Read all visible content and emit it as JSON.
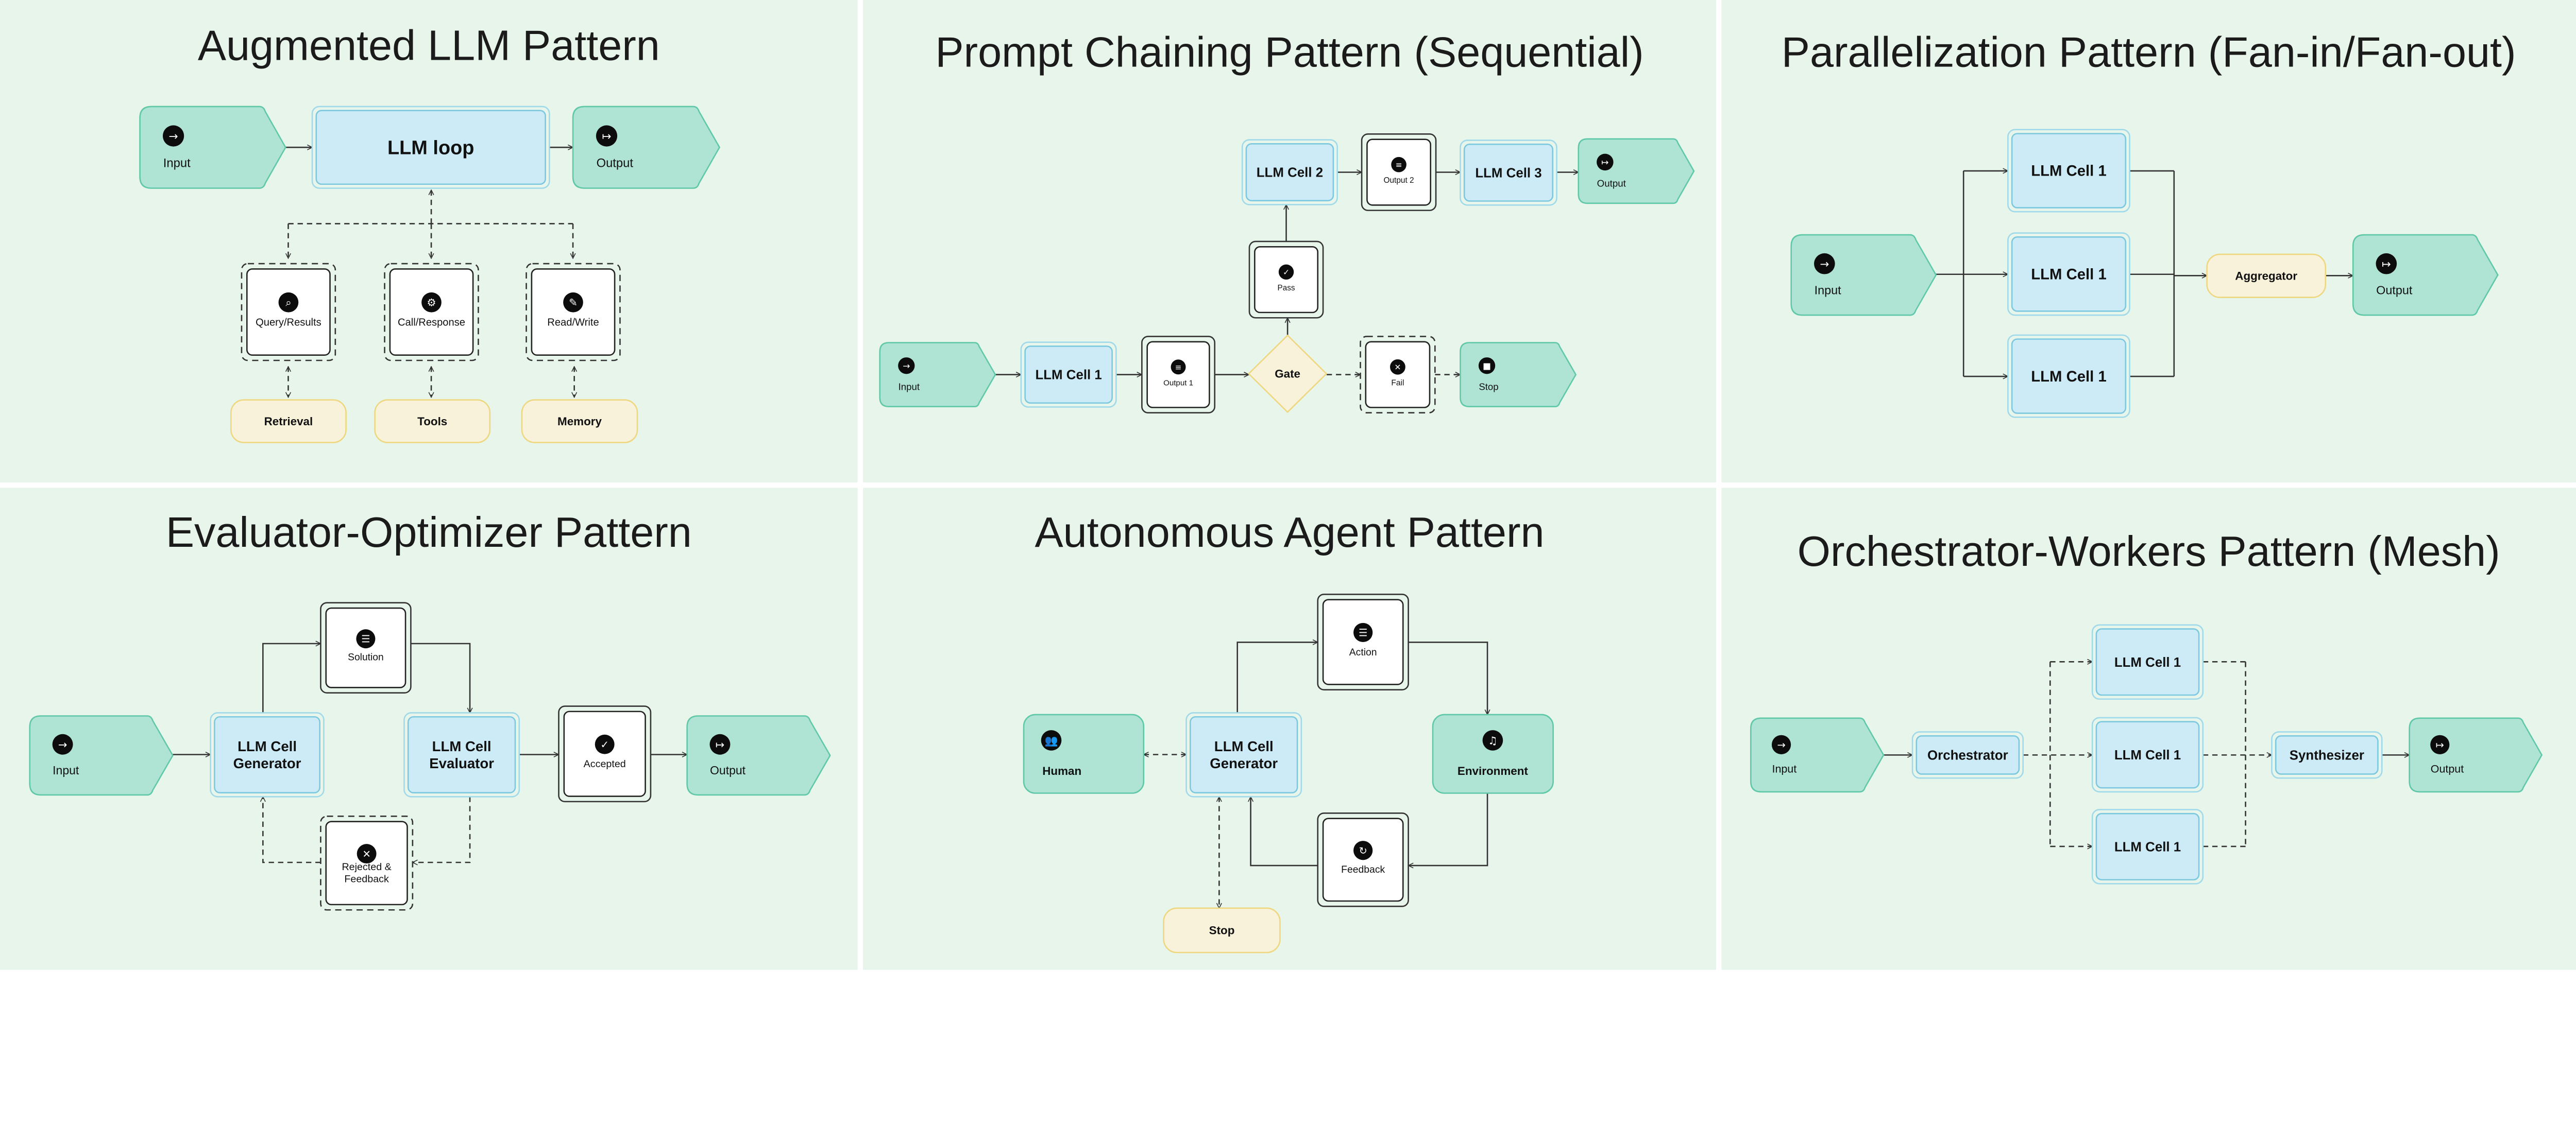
{
  "colors": {
    "panel_bg": "#e7f5eb",
    "divider": "#ffffff",
    "terminal_fill": "#afe3d3",
    "terminal_stroke": "#5ec8a7",
    "llm_fill": "#cdebf6",
    "llm_stroke": "#7cc8df",
    "llm_outer": "#9fd9ea",
    "output_box_fill": "#ffffff",
    "output_box_stroke": "#222222",
    "resource_fill": "#f8f2da",
    "resource_stroke": "#eed77f",
    "line": "#333333"
  },
  "icons": {
    "input": "sign-in-icon",
    "output": "sign-out-icon",
    "search": "search-icon",
    "api": "api-icon",
    "edit": "pencil-icon",
    "document": "document-icon",
    "check": "check-circle-icon",
    "fail": "x-circle-icon",
    "stop": "stop-icon",
    "human": "users-icon",
    "environment": "bell-icon",
    "solution": "list-icon",
    "feedback": "refresh-icon"
  },
  "panels": {
    "augmented": {
      "title": "Augmented LLM Pattern",
      "input": "Input",
      "llm": "LLM loop",
      "output": "Output",
      "query": "Query/Results",
      "call": "Call/Response",
      "readwrite": "Read/Write",
      "retrieval": "Retrieval",
      "tools": "Tools",
      "memory": "Memory"
    },
    "chaining": {
      "title": "Prompt Chaining Pattern (Sequential)",
      "input": "Input",
      "cell1": "LLM Cell 1",
      "output1": "Output 1",
      "gate": "Gate",
      "pass": "Pass",
      "fail": "Fail",
      "stop": "Stop",
      "cell2": "LLM Cell 2",
      "output2": "Output 2",
      "cell3": "LLM Cell 3",
      "output": "Output"
    },
    "parallel": {
      "title": "Parallelization Pattern (Fan-in/Fan-out)",
      "input": "Input",
      "cells": [
        "LLM Cell 1",
        "LLM Cell 1",
        "LLM Cell 1"
      ],
      "aggregator": "Aggregator",
      "output": "Output"
    },
    "evaluator": {
      "title": "Evaluator-Optimizer Pattern",
      "input": "Input",
      "generator": "LLM Cell\nGenerator",
      "solution": "Solution",
      "evaluator": "LLM Cell\nEvaluator",
      "accepted": "Accepted",
      "rejected": "Rejected &\nFeedback",
      "output": "Output"
    },
    "agent": {
      "title": "Autonomous Agent Pattern",
      "human": "Human",
      "generator": "LLM Cell\nGenerator",
      "action": "Action",
      "environment": "Environment",
      "feedback": "Feedback",
      "stop": "Stop"
    },
    "orchestrator": {
      "title": "Orchestrator-Workers Pattern (Mesh)",
      "input": "Input",
      "orchestrator": "Orchestrator",
      "cells": [
        "LLM Cell 1",
        "LLM Cell 1",
        "LLM Cell 1"
      ],
      "synthesizer": "Synthesizer",
      "output": "Output"
    }
  }
}
